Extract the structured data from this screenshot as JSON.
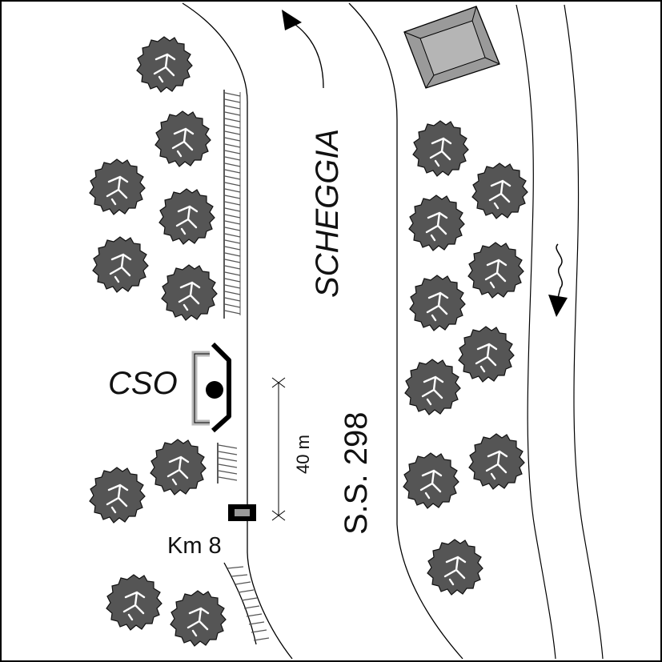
{
  "map": {
    "direction_label": "SCHEGGIA",
    "road_label": "S.S. 298",
    "station_label": "CSO",
    "kilometer_label": "Km 8",
    "distance_label": "40 m",
    "colors": {
      "background": "#ffffff",
      "line": "#000000",
      "tree_fill": "#555555",
      "tree_stroke": "#111111",
      "building_fill": "#9a9a9a",
      "barrier_fill": "#b8b8b8",
      "marker_fill": "#9a9a9a"
    },
    "icons": [
      "tree-icon",
      "building-icon",
      "direction-arrow-icon",
      "stream-arrow-icon",
      "barrier-icon",
      "kilometer-marker-icon",
      "station-icon"
    ]
  }
}
